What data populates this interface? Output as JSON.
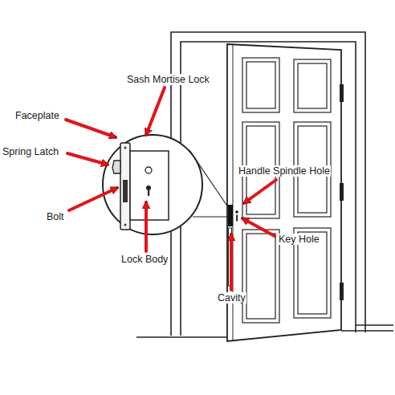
{
  "diagram": {
    "labels": [
      "Sash Mortise Lock",
      "Faceplate",
      "Spring Latch",
      "Handle Spindle Hole",
      "Bolt",
      "Key Hole",
      "Lock Body",
      "Cavity"
    ]
  }
}
